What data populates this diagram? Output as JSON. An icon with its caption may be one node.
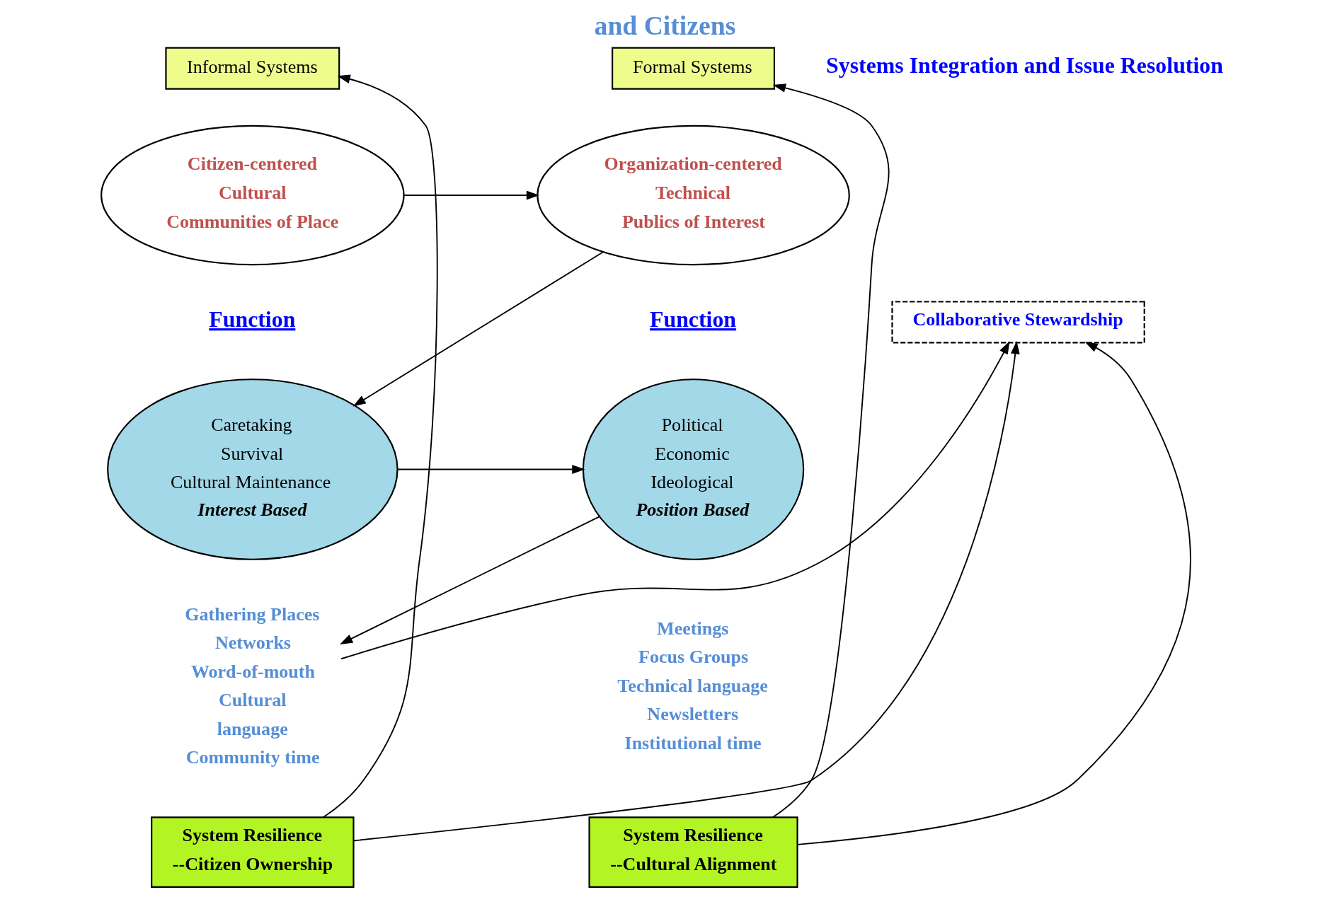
{
  "diagram": {
    "title": "and Citizens",
    "nodes": [
      {
        "text": [
          "Informal Systems"
        ]
      },
      {
        "text": [
          "Citizen-centered",
          "Cultural",
          "Communities of Place"
        ]
      },
      {
        "text": [
          "Caretaking",
          "Survival",
          "Cultural Maintenance",
          "Interest Based"
        ]
      },
      {
        "text": [
          "Gathering Places",
          "Networks",
          "Word-of-mouth",
          "Cultural",
          "language",
          "Community time"
        ]
      },
      {
        "text": [
          "Formal Systems"
        ]
      },
      {
        "text": [
          "Organization-centered",
          "Technical",
          "Publics of Interest"
        ]
      },
      {
        "text": [
          "Political",
          "Economic",
          "Ideological",
          "Position Based"
        ]
      },
      {
        "text": [
          "Meetings",
          "Focus Groups",
          "Technical language",
          "Newsletters",
          "Institutional time"
        ]
      },
      {
        "text": [
          "Collaborative Stewardship"
        ]
      },
      {
        "text": [
          "System Resilience",
          "--Citizen Ownership"
        ]
      },
      {
        "text": [
          "System Resilience",
          "--Cultural Alignment"
        ]
      }
    ],
    "edges": [
      {
        "from": 1,
        "to": 5,
        "arrow": "to"
      },
      {
        "from": 5,
        "to": 2,
        "arrow": "to"
      },
      {
        "from": 2,
        "to": 6,
        "arrow": "to"
      },
      {
        "from": 6,
        "to": 3,
        "arrow": "to"
      },
      {
        "from": 3,
        "to": 8,
        "arrow": "to"
      },
      {
        "from": 9,
        "to": 8,
        "arrow": "to"
      },
      {
        "from": 10,
        "to": 8,
        "arrow": "to"
      },
      {
        "from": 9,
        "to": 0,
        "arrow": "to"
      },
      {
        "from": 10,
        "to": 4,
        "arrow": "to"
      }
    ],
    "labels": [
      "Systems Integration and Issue Resolution",
      "Function",
      "Function"
    ]
  }
}
